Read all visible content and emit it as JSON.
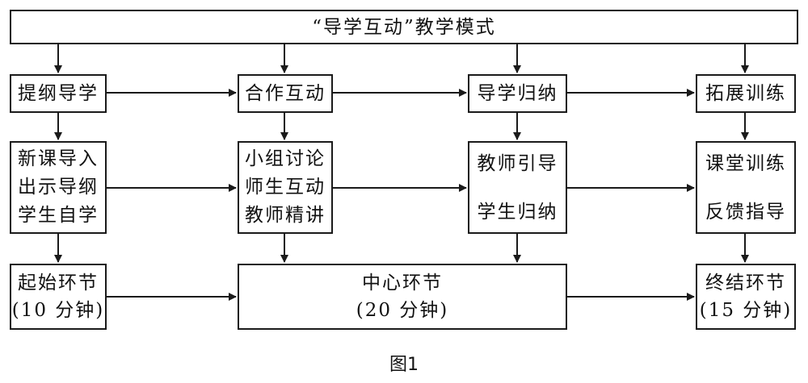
{
  "title": "“导学互动”教学模式",
  "columns": [
    {
      "header": "提纲导学",
      "details": [
        "新课导入",
        "出示导纲",
        "学生自学"
      ]
    },
    {
      "header": "合作互动",
      "details": [
        "小组讨论",
        "师生互动",
        "教师精讲"
      ]
    },
    {
      "header": "导学归纳",
      "details": [
        "教师引导",
        "学生归纳"
      ]
    },
    {
      "header": "拓展训练",
      "details": [
        "课堂训练",
        "反馈指导"
      ]
    }
  ],
  "stages": [
    {
      "name": "起始环节",
      "duration": "(10 分钟)"
    },
    {
      "name": "中心环节",
      "duration": "(20 分钟)"
    },
    {
      "name": "终结环节",
      "duration": "(15 分钟)"
    }
  ],
  "caption": "图1"
}
